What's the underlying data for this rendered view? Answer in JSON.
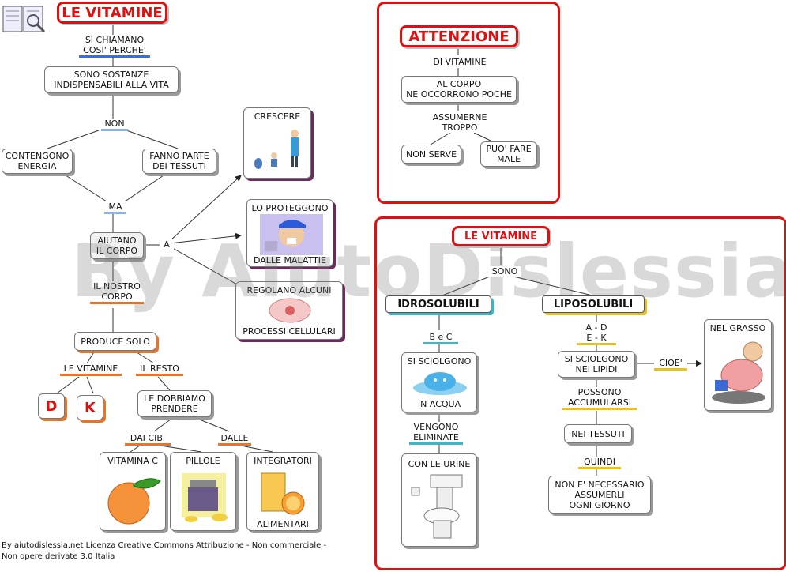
{
  "watermark": "By AiutoDislessia.net",
  "left": {
    "title": "LE VITAMINE",
    "si_chiamano": "SI CHIAMANO\nCOSI' PERCHE'",
    "sostanze": "SONO SOSTANZE\nINDISPENSABILI ALLA VITA",
    "non": "NON",
    "energia": "CONTENGONO\nENERGIA",
    "tessuti": "FANNO PARTE\nDEI TESSUTI",
    "ma": "MA",
    "aiutano": "AIUTANO\nIL CORPO",
    "a": "A",
    "crescere": "CRESCERE",
    "proteggono_top": "LO PROTEGGONO",
    "proteggono_bottom": "DALLE MALATTIE",
    "regolano_top": "REGOLANO ALCUNI",
    "regolano_bottom": "PROCESSI CELLULARI",
    "nostro_corpo": "IL NOSTRO\nCORPO",
    "produce": "PRODUCE SOLO",
    "le_vitamine": "LE VITAMINE",
    "il_resto": "IL RESTO",
    "d": "D",
    "k": "K",
    "dobbiamo": "LE DOBBIAMO\nPRENDERE",
    "dai_cibi": "DAI CIBI",
    "dalle": "DALLE",
    "vitamina_c": "VITAMINA C",
    "pillole": "PILLOLE",
    "integratori_top": "INTEGRATORI",
    "integratori_bottom": "ALIMENTARI"
  },
  "attenzione": {
    "title": "ATTENZIONE",
    "di_vitamine": "DI VITAMINE",
    "al_corpo": "AL CORPO\nNE OCCORRONO POCHE",
    "assumerne": "ASSUMERNE\nTROPPO",
    "non_serve": "NON SERVE",
    "puo_fare": "PUO' FARE\nMALE"
  },
  "tipi": {
    "title": "LE VITAMINE",
    "sono": "SONO",
    "idro": "IDROSOLUBILI",
    "lipo": "LIPOSOLUBILI",
    "bec": "B e C",
    "sciolgono_acqua_top": "SI SCIOLGONO",
    "sciolgono_acqua_bottom": "IN ACQUA",
    "vengono": "VENGONO\nELIMINATE",
    "urine": "CON LE URINE",
    "adek": "A - D\nE - K",
    "sciolgono_lipidi": "SI SCIOLGONO\nNEI LIPIDI",
    "cioe": "CIOE'",
    "grasso": "NEL GRASSO",
    "possono": "POSSONO\nACCUMULARSI",
    "nei_tessuti": "NEI TESSUTI",
    "quindi": "QUINDI",
    "non_necessario": "NON E' NECESSARIO\nASSUMERLI\nOGNI GIORNO"
  },
  "footer": "By aiutodislessia.net Licenza Creative Commons Attribuzione - Non commerciale -\nNon opere derivate 3.0 Italia",
  "colors": {
    "red": "#e01010",
    "blue": "#3a6fd8",
    "orange": "#e8742a",
    "teal": "#3ab8c8",
    "yellow": "#e8c020"
  }
}
